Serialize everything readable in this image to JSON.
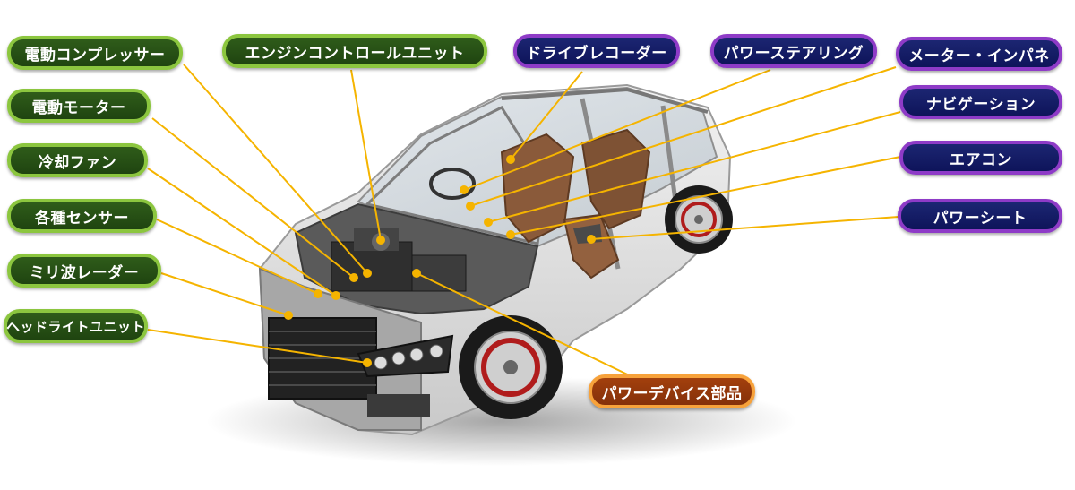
{
  "labels": {
    "compressor": "電動コンプレッサー",
    "ecu": "エンジンコントロールユニット",
    "recorder": "ドライブレコーダー",
    "steering": "パワーステアリング",
    "meter": "メーター・インパネ",
    "motor": "電動モーター",
    "navi": "ナビゲーション",
    "fan": "冷却ファン",
    "aircon": "エアコン",
    "sensor": "各種センサー",
    "seat": "パワーシート",
    "radar": "ミリ波レーダー",
    "headlight": "ヘッドライトユニット",
    "powerdevice": "パワーデバイス部品"
  },
  "colors": {
    "leader_line": "#f5b400",
    "green_border": "#8cc63f",
    "green_fill": "#2a5418",
    "purple_border": "#8e3bc7",
    "purple_fill": "#141c66",
    "orange_border": "#f7a23b",
    "orange_fill": "#9a3a0c"
  }
}
